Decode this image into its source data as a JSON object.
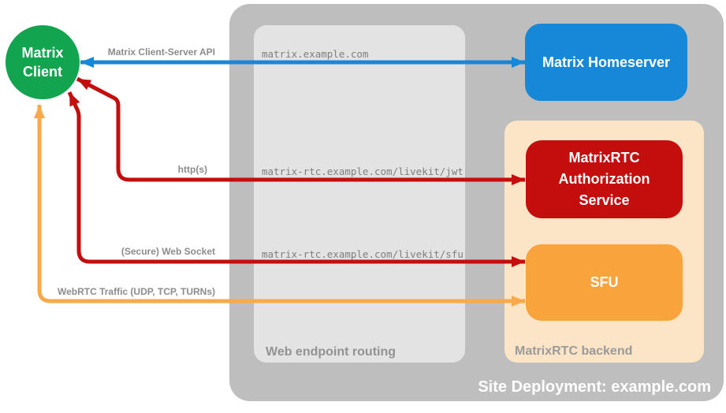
{
  "client": {
    "label": "Matrix Client"
  },
  "homeserver": {
    "label": "Matrix Homeserver"
  },
  "backend": {
    "label": "MatrixRTC backend",
    "auth_service_label": "MatrixRTC Authorization Service",
    "sfu_label": "SFU"
  },
  "routing": {
    "label": "Web endpoint routing",
    "endpoints": [
      "matrix.example.com",
      "matrix-rtc.example.com/livekit/jwt",
      "matrix-rtc.example.com/livekit/sfu"
    ]
  },
  "site": {
    "label": "Site Deployment: example.com"
  },
  "connections": [
    {
      "label": "Matrix Client-Server API",
      "from": "Matrix Client",
      "to": "Matrix Homeserver",
      "color": "#1787D8",
      "bidirectional": true
    },
    {
      "label": "http(s)",
      "from": "Matrix Client",
      "to": "MatrixRTC Authorization Service",
      "color": "#C40D0D",
      "bidirectional": true
    },
    {
      "label": "(Secure) Web Socket",
      "from": "Matrix Client",
      "to": "SFU",
      "color": "#C40D0D",
      "bidirectional": true
    },
    {
      "label": "WebRTC Traffic (UDP, TCP, TURNs)",
      "from": "Matrix Client",
      "to": "SFU",
      "color": "#F9A94A",
      "bidirectional": true
    }
  ],
  "colors": {
    "client_green": "#12A44F",
    "homeserver_blue": "#1787D8",
    "auth_red": "#C40D0D",
    "sfu_orange": "#F9A33C",
    "webrtc_orange": "#F9A94A",
    "backend_peach": "#FCE4C6",
    "outer_gray": "#BEBEBE",
    "inner_gray": "#E3E3E3",
    "label_gray": "#8C8C8C"
  }
}
